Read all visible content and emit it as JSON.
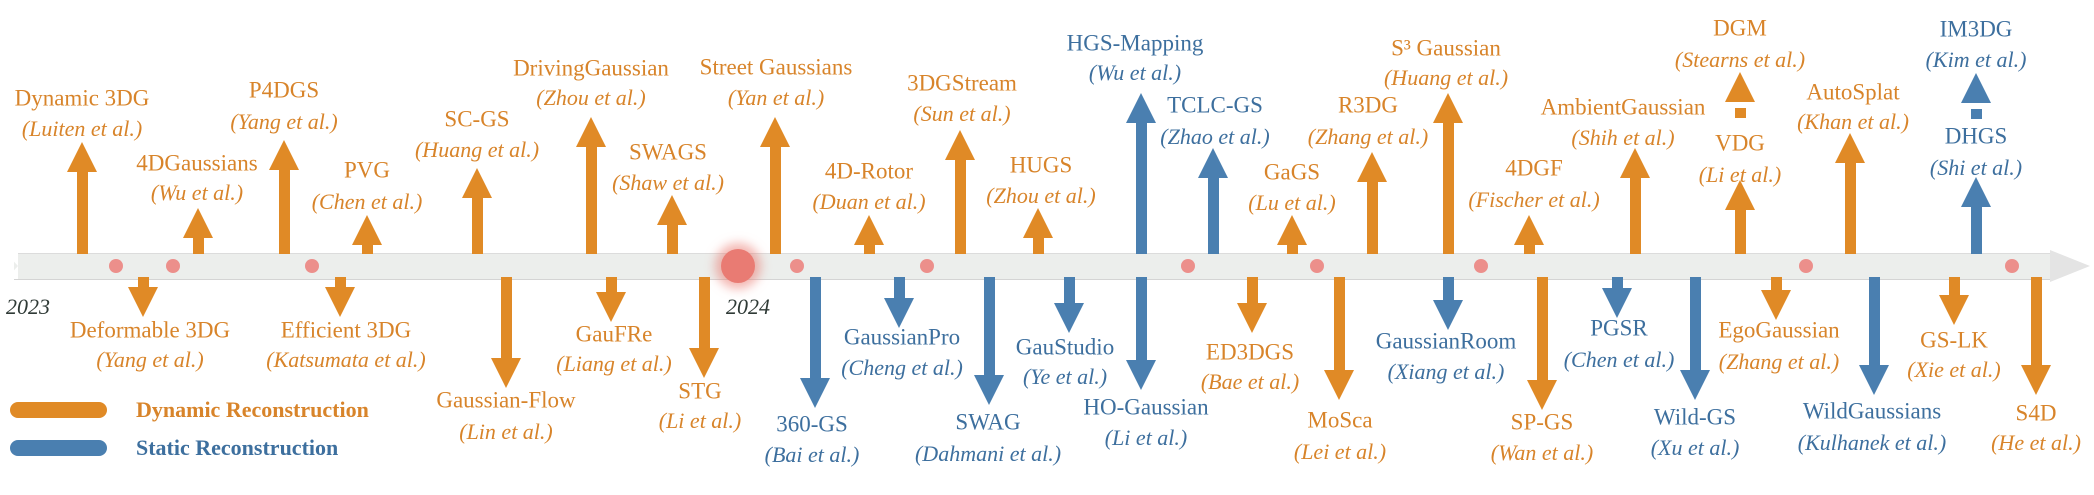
{
  "colors": {
    "dynamic": "#E08A26",
    "static": "#4A7FB0"
  },
  "years": {
    "start": "2023",
    "mid": "2024"
  },
  "legend": {
    "dynamic": "Dynamic Reconstruction",
    "static": "Static Reconstruction"
  },
  "items": [
    {
      "name": "Dynamic 3DG",
      "author": "(Luiten et al.)",
      "type": "dynamic",
      "direction": "up"
    },
    {
      "name": "Deformable 3DG",
      "author": "(Yang et al.)",
      "type": "dynamic",
      "direction": "down"
    },
    {
      "name": "4DGaussians",
      "author": "(Wu et al.)",
      "type": "dynamic",
      "direction": "up"
    },
    {
      "name": "P4DGS",
      "author": "(Yang et al.)",
      "type": "dynamic",
      "direction": "up"
    },
    {
      "name": "Efficient  3DG",
      "author": "(Katsumata et al.)",
      "type": "dynamic",
      "direction": "down"
    },
    {
      "name": "PVG",
      "author": "(Chen et al.)",
      "type": "dynamic",
      "direction": "up"
    },
    {
      "name": "SC-GS",
      "author": "(Huang et al.)",
      "type": "dynamic",
      "direction": "up"
    },
    {
      "name": "Gaussian-Flow",
      "author": "(Lin et al.)",
      "type": "dynamic",
      "direction": "down"
    },
    {
      "name": "DrivingGaussian",
      "author": "(Zhou et al.)",
      "type": "dynamic",
      "direction": "up"
    },
    {
      "name": "GauFRe",
      "author": "(Liang et al.)",
      "type": "dynamic",
      "direction": "down"
    },
    {
      "name": "SWAGS",
      "author": "(Shaw et al.)",
      "type": "dynamic",
      "direction": "up"
    },
    {
      "name": "Street Gaussians",
      "author": "(Yan et al.)",
      "type": "dynamic",
      "direction": "up"
    },
    {
      "name": "STG",
      "author": "(Li et al.)",
      "type": "dynamic",
      "direction": "down"
    },
    {
      "name": "360-GS",
      "author": "(Bai et al.)",
      "type": "static",
      "direction": "down"
    },
    {
      "name": "4D-Rotor",
      "author": "(Duan et al.)",
      "type": "dynamic",
      "direction": "up"
    },
    {
      "name": "GaussianPro",
      "author": "(Cheng et al.)",
      "type": "static",
      "direction": "down"
    },
    {
      "name": "3DGStream",
      "author": "(Sun et al.)",
      "type": "dynamic",
      "direction": "up"
    },
    {
      "name": "SWAG",
      "author": "(Dahmani et al.)",
      "type": "static",
      "direction": "down"
    },
    {
      "name": "HUGS",
      "author": "(Zhou et al.)",
      "type": "dynamic",
      "direction": "up"
    },
    {
      "name": "GauStudio",
      "author": "(Ye et al.)",
      "type": "static",
      "direction": "down"
    },
    {
      "name": "HGS-Mapping",
      "author": "(Wu et al.)",
      "type": "static",
      "direction": "up"
    },
    {
      "name": "HO-Gaussian",
      "author": "(Li et al.)",
      "type": "static",
      "direction": "down"
    },
    {
      "name": "TCLC-GS",
      "author": "(Zhao et al.)",
      "type": "static",
      "direction": "up"
    },
    {
      "name": "ED3DGS",
      "author": "(Bae et al.)",
      "type": "dynamic",
      "direction": "down"
    },
    {
      "name": "GaGS",
      "author": "(Lu et al.)",
      "type": "dynamic",
      "direction": "up"
    },
    {
      "name": "MoSca",
      "author": "(Lei et al.)",
      "type": "dynamic",
      "direction": "down"
    },
    {
      "name": "R3DG",
      "author": "(Zhang et al.)",
      "type": "dynamic",
      "direction": "up"
    },
    {
      "name": "S³ Gaussian",
      "author": "(Huang et al.)",
      "type": "dynamic",
      "direction": "up"
    },
    {
      "name": "GaussianRoom",
      "author": "(Xiang et al.)",
      "type": "static",
      "direction": "down"
    },
    {
      "name": "4DGF",
      "author": "(Fischer et al.)",
      "type": "dynamic",
      "direction": "up"
    },
    {
      "name": "SP-GS",
      "author": "(Wan et al.)",
      "type": "dynamic",
      "direction": "down"
    },
    {
      "name": "AmbientGaussian",
      "author": "(Shih et al.)",
      "type": "dynamic",
      "direction": "up"
    },
    {
      "name": "PGSR",
      "author": "(Chen et al.)",
      "type": "static",
      "direction": "down"
    },
    {
      "name": "Wild-GS",
      "author": "(Xu et al.)",
      "type": "static",
      "direction": "down"
    },
    {
      "name": "DGM",
      "author": "(Stearns et al.)",
      "type": "dynamic",
      "direction": "up"
    },
    {
      "name": "VDG",
      "author": "(Li et al.)",
      "type": "dynamic",
      "direction": "up"
    },
    {
      "name": "EgoGaussian",
      "author": "(Zhang et al.)",
      "type": "dynamic",
      "direction": "down"
    },
    {
      "name": "AutoSplat",
      "author": "(Khan et al.)",
      "type": "dynamic",
      "direction": "up"
    },
    {
      "name": "WildGaussians",
      "author": "(Kulhanek et al.)",
      "type": "static",
      "direction": "down"
    },
    {
      "name": "IM3DG",
      "author": "(Kim et al.)",
      "type": "static",
      "direction": "up"
    },
    {
      "name": "DHGS",
      "author": "(Shi et al.)",
      "type": "static",
      "direction": "up"
    },
    {
      "name": "GS-LK",
      "author": "(Xie et al.)",
      "type": "dynamic",
      "direction": "down"
    },
    {
      "name": "S4D",
      "author": "(He et al.)",
      "type": "dynamic",
      "direction": "down"
    }
  ]
}
